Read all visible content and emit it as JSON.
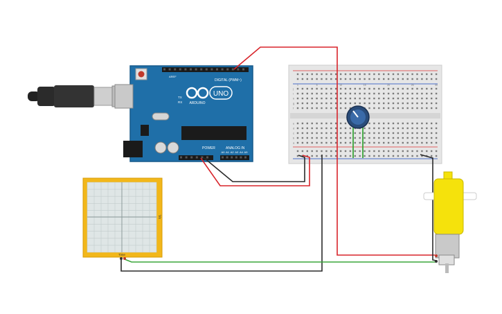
{
  "arduino": {
    "logo_text": "ARDUINO",
    "model": "UNO",
    "digital_label": "DIGITAL (PWM~)",
    "power_label": "POWER",
    "analog_label": "ANALOG IN",
    "tx_label": "TX",
    "rx_label": "RX",
    "aref_label": "AREF",
    "analog_pins": [
      "A0",
      "A1",
      "A2",
      "A3",
      "A4",
      "A5"
    ]
  },
  "breadboard": {
    "column_numbers": [
      "1",
      "5",
      "10",
      "15",
      "20",
      "25",
      "30"
    ],
    "row_letters_top": [
      "j",
      "i",
      "h",
      "g",
      "f"
    ],
    "row_letters_bottom": [
      "e",
      "d",
      "c",
      "b",
      "a"
    ]
  },
  "oscilloscope": {
    "label": "Vx",
    "time_label": "Time"
  },
  "colors": {
    "board": "#1f6fa8",
    "wire_red": "#d8232a",
    "wire_black": "#2a2a2a",
    "wire_green": "#3aa53a",
    "motor": "#f5e20c",
    "scope_frame": "#f2b71a"
  }
}
